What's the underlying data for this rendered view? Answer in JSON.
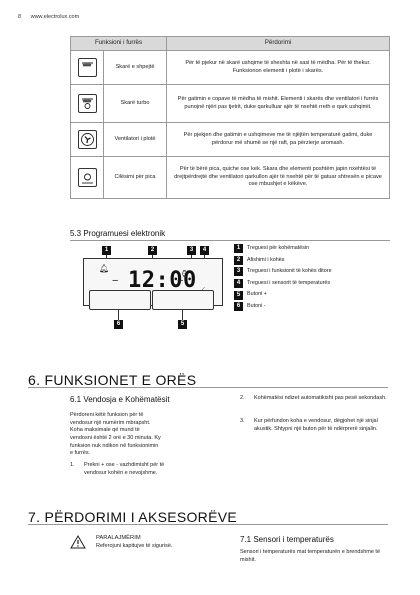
{
  "header": {
    "page_number": "8",
    "website": "www.electrolux.com"
  },
  "table": {
    "col1": "Funksioni i furrës",
    "col2": "Përdorimi",
    "rows": [
      {
        "icon": "bottom-heat-icon",
        "name": "Skarë e shpejtë",
        "desc": "Për të pjekur në skarë ushqime të sheshta në sasi të mëdha. Për të thekur. Funksionon elementi i plotë i skarës."
      },
      {
        "icon": "turbo-grill-icon",
        "name": "Skarë turbo",
        "desc": "Për gatimin e copave të mëdha të mishit. Elementi i skarës dhe ventilatori i furrës punojnë njëri pas tjetrit, duke qarkulluar ajër të nxehtë rreth e qark ushqimit."
      },
      {
        "icon": "fan-circle-icon",
        "name": "Ventilatori i plotë",
        "desc": "Për pjekjen dhe gatimin e ushqimeve me të njëjtën temperaturë gatimi, duke përdorur më shumë se një raft, pa përzierje aromash."
      },
      {
        "icon": "pizza-icon",
        "name": "Cilësimi për pica",
        "desc": "Për të bërë pica, quiche ose kek. Skara dhe elementi poshtëm japin nxehtësi të drejtpërdrejtë dhe ventilatori qarkullon ajër të nxehtë për të gatuar shtresën e picave ose mbushjet e këkëve."
      }
    ]
  },
  "section53": {
    "title": "5.3 Programuesi elektronik"
  },
  "display": {
    "time": "12:00",
    "callouts": [
      "1",
      "2",
      "3",
      "4",
      "5",
      "6"
    ],
    "minus": "−",
    "plus": "+"
  },
  "legend": [
    {
      "n": "1",
      "text": "Treguesi për kohëmatësin"
    },
    {
      "n": "2",
      "text": "Afishimi i kohës"
    },
    {
      "n": "3",
      "text": "Treguesi i funksionit të kohës ditore"
    },
    {
      "n": "4",
      "text": "Treguesi i sensorit të temperaturës"
    },
    {
      "n": "5",
      "text": "Butoni +"
    },
    {
      "n": "6",
      "text": "Butoni -"
    }
  ],
  "section6": {
    "title": "6. FUNKSIONET E ORËS",
    "sub": "6.1 Vendosja e Kohëmatësit",
    "para": "Përdoreni këtë funksion për të vendosur një numërim mbrapsht. Koha maksimale që mund të vendosni është 2 orë e 30 minuta. Ky funksion nuk ndikon në funksionimin e furrës.",
    "steps": [
      {
        "n": "1.",
        "text": "Prekni + ose - vazhdimisht për të vendosur kohën e nevojshme."
      },
      {
        "n": "2.",
        "text": "Kohëmatësi ndizet automatikisht pas pesë sekondash."
      },
      {
        "n": "3.",
        "text": "Kur përfundon koha e vendosur, dëgjohet një sinjal akustik. Shtypni një buton për të ndërprerë sinjalin."
      }
    ]
  },
  "section7": {
    "title": "7. PËRDORIMI I AKSESORËVE",
    "warn_title": "PARALAJMËRIM",
    "warn_text": "Referojuni kapitujve të sigurisë.",
    "sub": "7.1 Sensori i temperaturës",
    "para": "Sensori i temperaturës mat temperaturën e brendshme të mishit."
  }
}
